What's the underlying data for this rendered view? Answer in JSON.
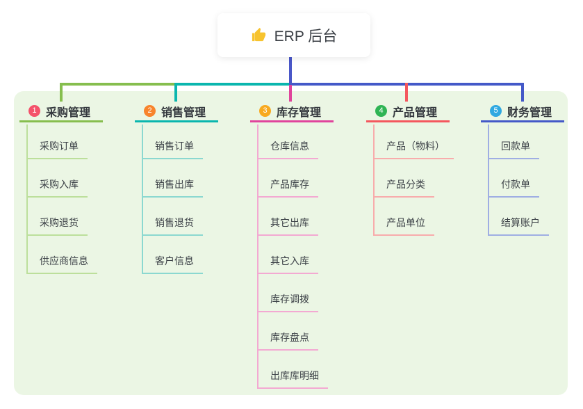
{
  "root": {
    "title": "ERP 后台",
    "icon": "thumbs-up"
  },
  "colors": {
    "page_bg": "#ffffff",
    "panel_bg": "#ebf6e4",
    "root_connector": "#4a57c8",
    "thumb_icon": "#f7c32e",
    "label_text": "#33373d",
    "child_text": "#3c4147"
  },
  "branches": [
    {
      "num": "1",
      "label": "采购管理",
      "badge_color": "#f4526b",
      "line_color": "#86be4e",
      "child_line_color": "#bcdf9b",
      "children": [
        "采购订单",
        "采购入库",
        "采购退货",
        "供应商信息"
      ]
    },
    {
      "num": "2",
      "label": "销售管理",
      "badge_color": "#f8842c",
      "line_color": "#0ab6ae",
      "child_line_color": "#8bd8d0",
      "children": [
        "销售订单",
        "销售出库",
        "销售退货",
        "客户信息"
      ]
    },
    {
      "num": "3",
      "label": "库存管理",
      "badge_color": "#f8a91f",
      "line_color": "#e0449c",
      "child_line_color": "#f3a9d2",
      "children": [
        "仓库信息",
        "产品库存",
        "其它出库",
        "其它入库",
        "库存调拨",
        "库存盘点",
        "出库库明细"
      ]
    },
    {
      "num": "4",
      "label": "产品管理",
      "badge_color": "#2fb454",
      "line_color": "#f4575e",
      "child_line_color": "#f8acac",
      "children": [
        "产品（物料）",
        "产品分类",
        "产品单位"
      ]
    },
    {
      "num": "5",
      "label": "财务管理",
      "badge_color": "#2fa8e1",
      "line_color": "#4459c8",
      "child_line_color": "#9faee3",
      "children": [
        "回款单",
        "付款单",
        "结算账户"
      ]
    }
  ]
}
